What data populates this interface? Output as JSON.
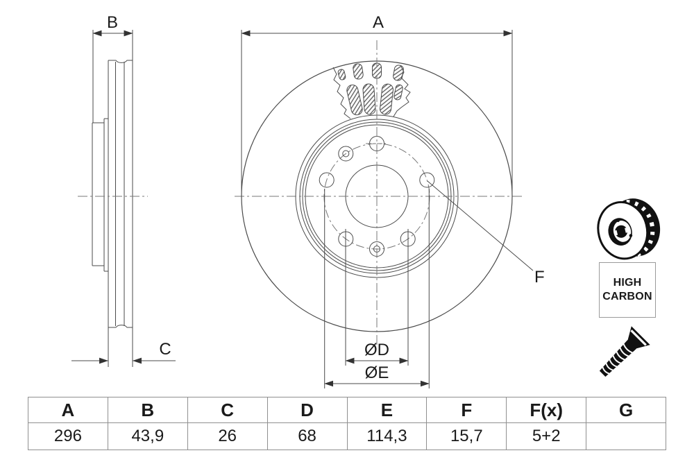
{
  "drawing": {
    "dims": {
      "a": "A",
      "b": "B",
      "c": "C",
      "d": "ØD",
      "e": "ØE",
      "f": "F"
    },
    "badge": {
      "line1": "HIGH",
      "line2": "CARBON"
    }
  },
  "table": {
    "headers": [
      "A",
      "B",
      "C",
      "D",
      "E",
      "F",
      "F(x)",
      "G"
    ],
    "values": [
      "296",
      "43,9",
      "26",
      "68",
      "114,3",
      "15,7",
      "5+2",
      ""
    ]
  },
  "colors": {
    "line": "#4a4a4a",
    "centerline": "#777777",
    "text": "#1a1a1a",
    "table_border": "#8f8f8f",
    "icon": "#111111"
  }
}
